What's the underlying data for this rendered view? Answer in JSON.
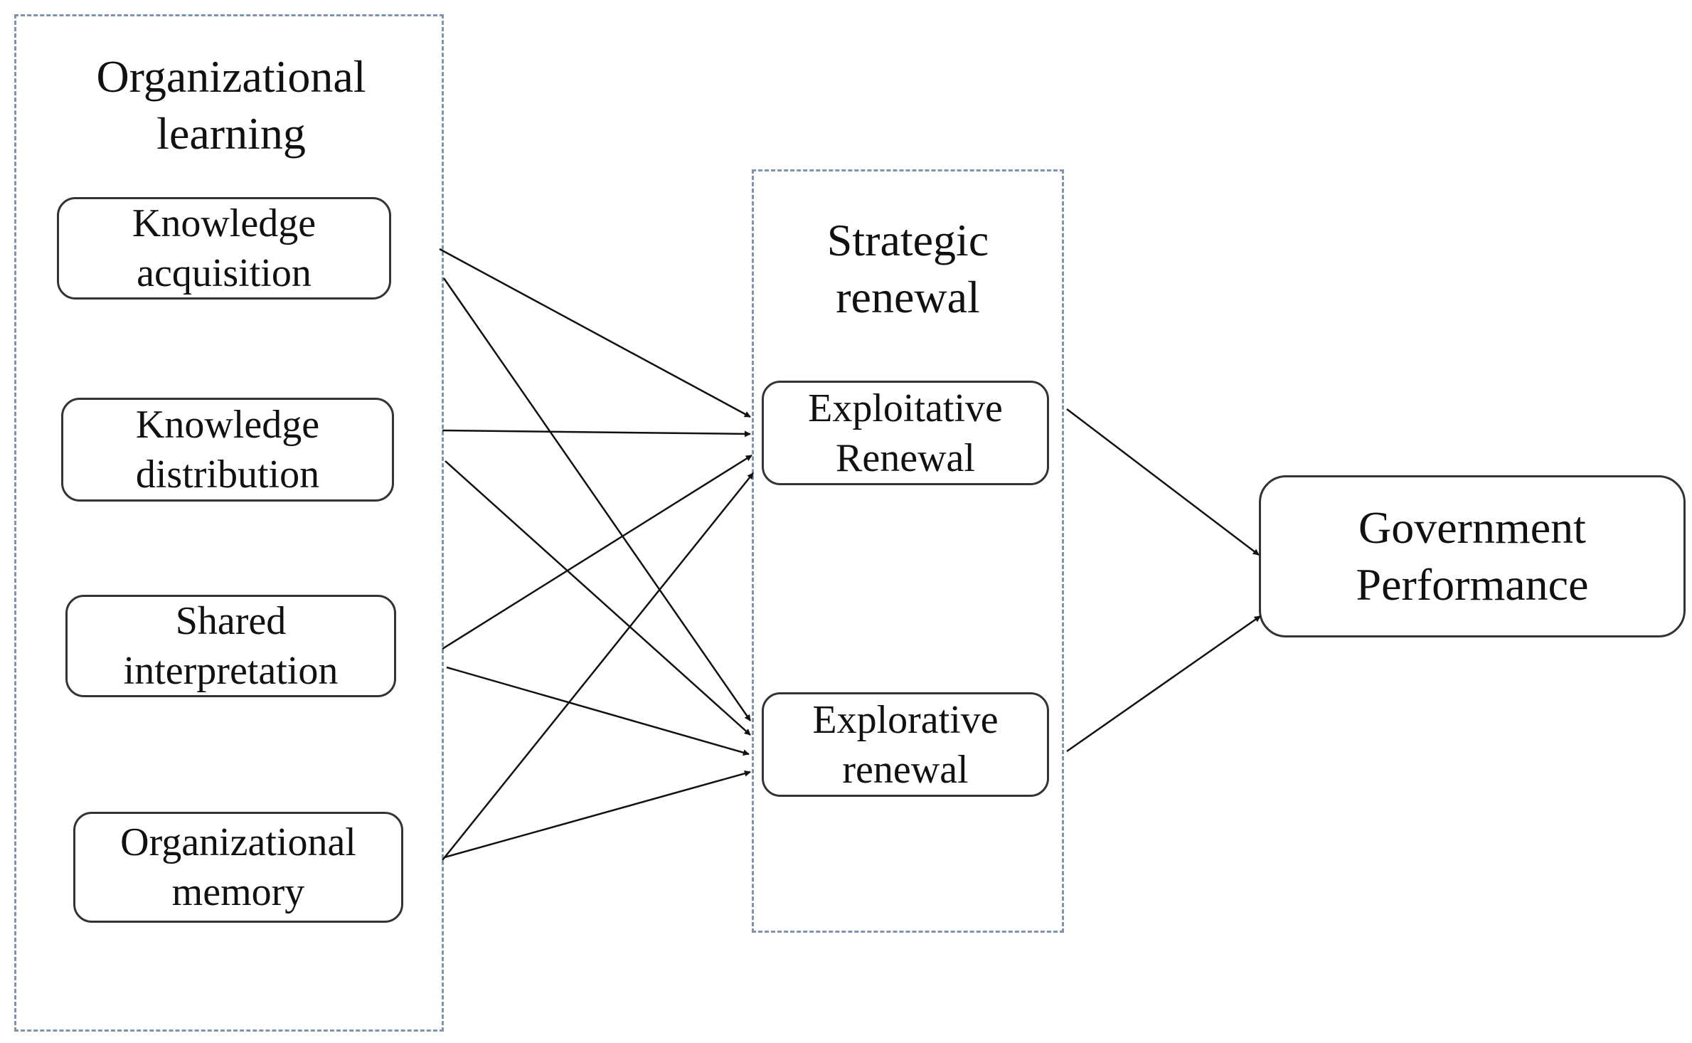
{
  "groups": {
    "organizational_learning": {
      "title": "Organizational\nlearning"
    },
    "strategic_renewal": {
      "title": "Strategic\nrenewal"
    }
  },
  "nodes": {
    "knowledge_acquisition": "Knowledge\nacquisition",
    "knowledge_distribution": "Knowledge\ndistribution",
    "shared_interpretation": "Shared\ninterpretation",
    "organizational_memory": "Organizational\nmemory",
    "exploitative_renewal": "Exploitative\nRenewal",
    "explorative_renewal": "Explorative\nrenewal",
    "government_performance": "Government\nPerformance"
  },
  "edges": [
    {
      "from": "knowledge_acquisition",
      "to": "exploitative_renewal"
    },
    {
      "from": "knowledge_acquisition",
      "to": "explorative_renewal"
    },
    {
      "from": "knowledge_distribution",
      "to": "exploitative_renewal"
    },
    {
      "from": "knowledge_distribution",
      "to": "explorative_renewal"
    },
    {
      "from": "shared_interpretation",
      "to": "exploitative_renewal"
    },
    {
      "from": "shared_interpretation",
      "to": "explorative_renewal"
    },
    {
      "from": "organizational_memory",
      "to": "exploitative_renewal"
    },
    {
      "from": "organizational_memory",
      "to": "explorative_renewal"
    },
    {
      "from": "exploitative_renewal",
      "to": "government_performance"
    },
    {
      "from": "explorative_renewal",
      "to": "government_performance"
    }
  ],
  "colors": {
    "dashed_border": "#7f93ad",
    "node_border": "#333333",
    "arrow": "#111111"
  }
}
